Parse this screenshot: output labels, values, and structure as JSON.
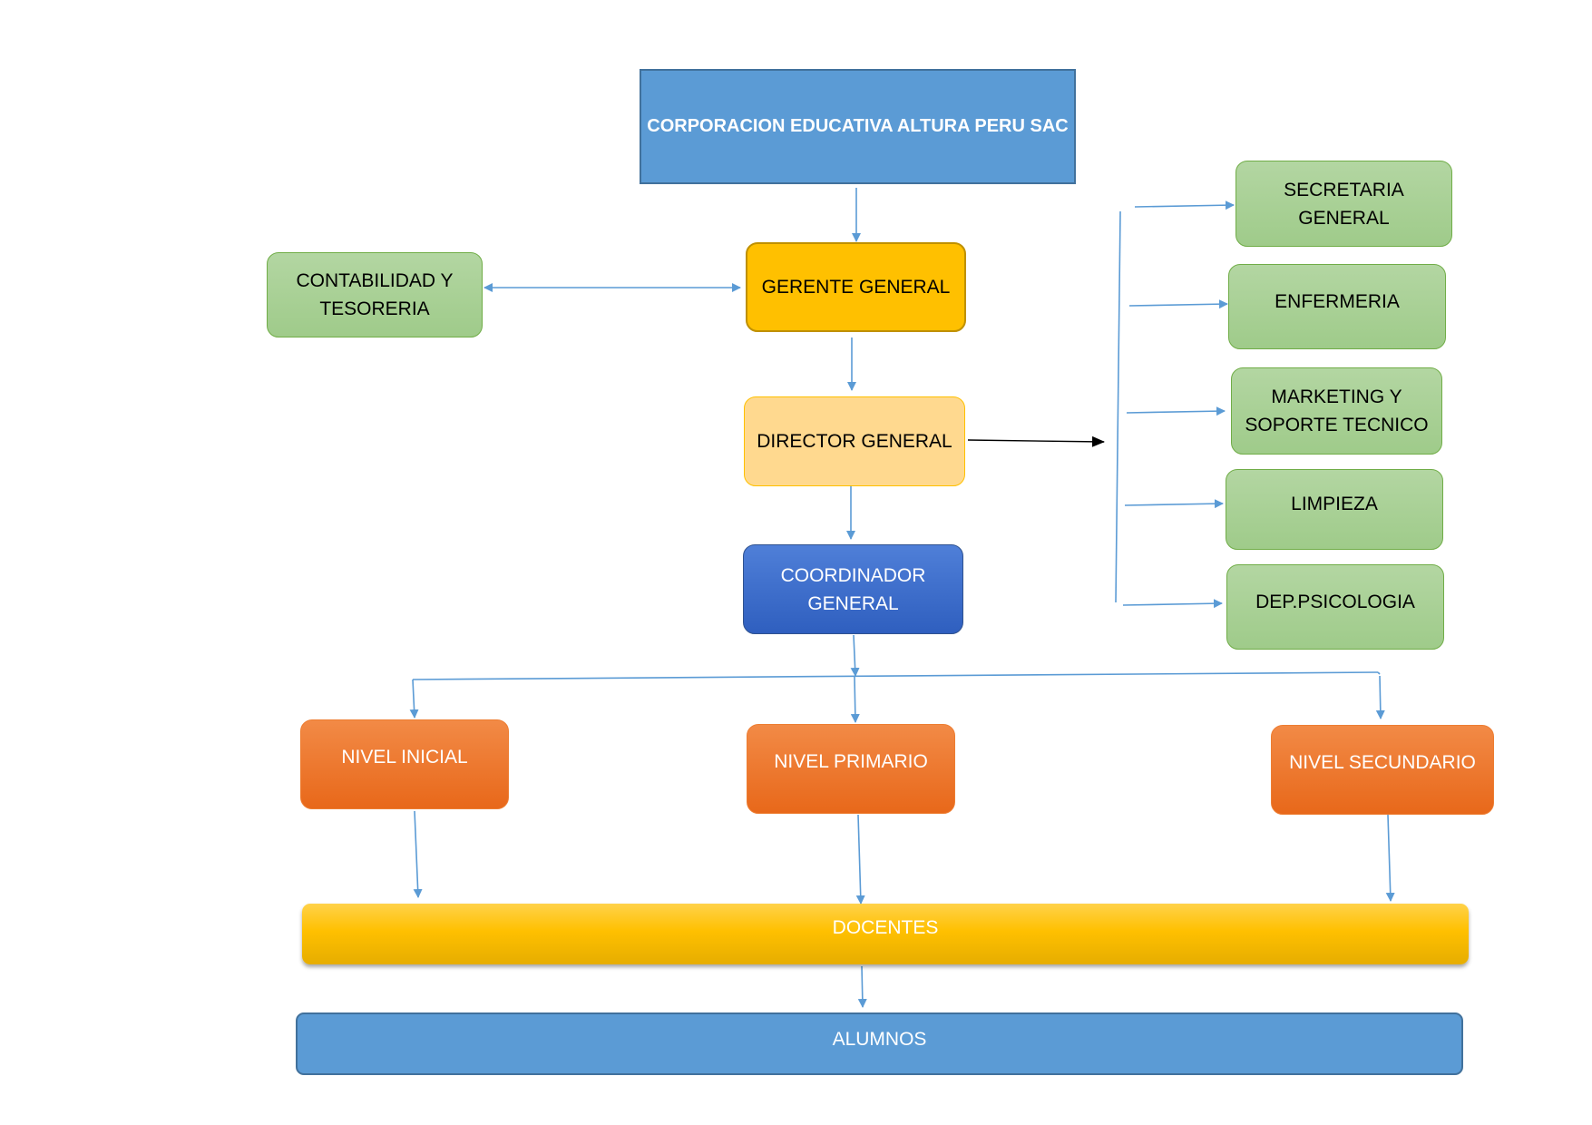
{
  "nodes": {
    "corporacion": "CORPORACION EDUCATIVA ALTURA PERU SAC",
    "gerente_general": "GERENTE GENERAL",
    "contabilidad": "CONTABILIDAD Y\nTESORERIA",
    "director_general": "DIRECTOR GENERAL",
    "coordinador_general": "COORDINADOR\nGENERAL",
    "secretaria_general": "SECRETARIA\nGENERAL",
    "enfermeria": "ENFERMERIA",
    "marketing": "MARKETING Y\nSOPORTE TECNICO",
    "limpieza": "LIMPIEZA",
    "psicologia": "DEP.PSICOLOGIA",
    "nivel_inicial": "NIVEL INICIAL",
    "nivel_primario": "NIVEL PRIMARIO",
    "nivel_secundario": "NIVEL SECUNDARIO",
    "docentes": "DOCENTES",
    "alumnos": "ALUMNOS"
  },
  "colors": {
    "connector": "#5b9bd5",
    "black_connector": "#000000"
  }
}
